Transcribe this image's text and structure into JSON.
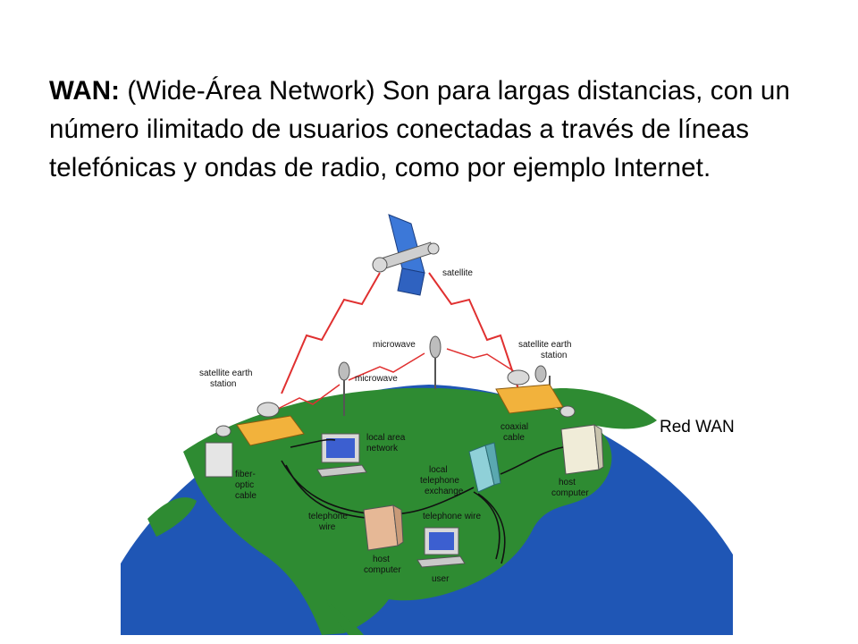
{
  "slide": {
    "term": "WAN:",
    "definition": " (Wide-Área Network) Son para largas distancias, con un número ilimitado de usuarios conectadas a través de líneas telefónicas y ondas de radio, como por ejemplo Internet.",
    "caption": "Red WAN"
  },
  "diagram": {
    "labels": {
      "satellite": "satellite",
      "microwave_top": "microwave",
      "microwave_left": "microwave",
      "earth_station_left_1": "satellite earth",
      "earth_station_left_2": "station",
      "earth_station_right_1": "satellite earth",
      "earth_station_right_2": "station",
      "lan_1": "local area",
      "lan_2": "network",
      "fiber_1": "fiber-",
      "fiber_2": "optic",
      "fiber_3": "cable",
      "coaxial_1": "coaxial",
      "coaxial_2": "cable",
      "exchange_1": "local",
      "exchange_2": "telephone",
      "exchange_3": "exchange",
      "host_right_1": "host",
      "host_right_2": "computer",
      "telwire_left_1": "telephone",
      "telwire_left_2": "wire",
      "telwire_right": "telephone wire",
      "host_center_1": "host",
      "host_center_2": "computer",
      "user": "user"
    },
    "colors": {
      "ocean": "#1f56b5",
      "land": "#2e8b32",
      "signal": "#e03030",
      "station": "#f2b23c",
      "host_computer": "#e6b896",
      "monitor_screen": "#3c5fd0"
    }
  }
}
